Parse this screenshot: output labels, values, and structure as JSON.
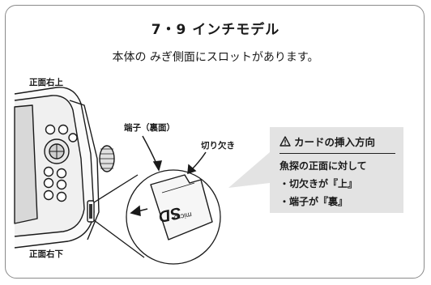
{
  "header": {
    "title": "7・9 インチモデル",
    "subtitle": "本体の みぎ側面にスロットがあります。"
  },
  "labels": {
    "front_top_right": "正面右上",
    "front_bottom_right": "正面右下",
    "terminal_back": "端子（裏面）",
    "notch": "切り欠き"
  },
  "sd_card": {
    "brand": "SD",
    "subtext": "micro"
  },
  "callout": {
    "heading": "カードの挿入方向",
    "warning_icon": "warning-triangle-icon",
    "lines": [
      "魚探の正面に対して",
      "・切欠きが『上』",
      "・端子が『裏』"
    ]
  },
  "colors": {
    "callout_bg": "#e3e3e3",
    "frame_border": "#8a8a8a",
    "line_art": "#1a1a1a"
  }
}
